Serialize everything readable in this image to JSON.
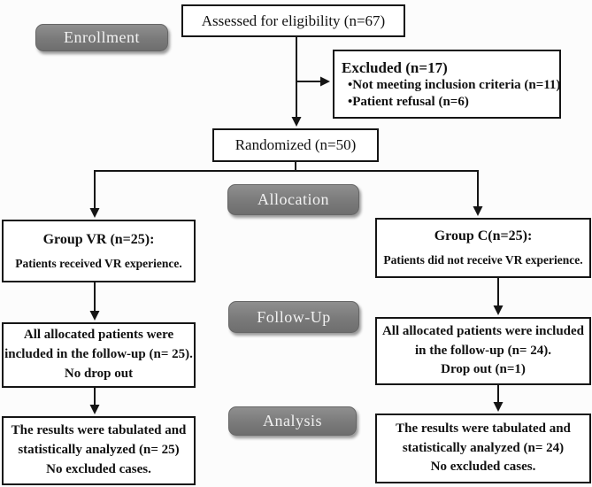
{
  "figure": {
    "colors": {
      "badge_fill": "#7a7a7a",
      "badge_text": "#f2f2f2",
      "box_border": "#151515",
      "arrow": "#151515",
      "background": "#fcfcfc"
    },
    "badges": {
      "enrollment": "Enrollment",
      "allocation": "Allocation",
      "followup": "Follow-Up",
      "analysis": "Analysis"
    },
    "nodes": {
      "assessed": {
        "text": "Assessed for eligibility (n=67)"
      },
      "excluded": {
        "title": "Excluded (n=17)",
        "items": [
          "•Not meeting inclusion criteria (n=11)",
          "•Patient refusal (n=6)"
        ]
      },
      "randomized": {
        "text": "Randomized (n=50)"
      },
      "group_vr": {
        "title": "Group VR (n=25):",
        "body": "Patients received VR experience."
      },
      "group_c": {
        "title": "Group C(n=25):",
        "body": "Patients did not receive VR experience."
      },
      "followup_vr": {
        "lines": [
          "All allocated patients were",
          "included in the follow-up (n= 25).",
          "No drop out"
        ]
      },
      "followup_c": {
        "lines": [
          "All allocated patients were included",
          "in the follow-up (n= 24).",
          "Drop out (n=1)"
        ]
      },
      "analysis_vr": {
        "lines": [
          "The results were tabulated and",
          "statistically analyzed (n= 25)",
          "No excluded cases."
        ]
      },
      "analysis_c": {
        "lines": [
          "The results were tabulated and",
          "statistically analyzed (n= 24)",
          "No excluded cases."
        ]
      }
    }
  }
}
